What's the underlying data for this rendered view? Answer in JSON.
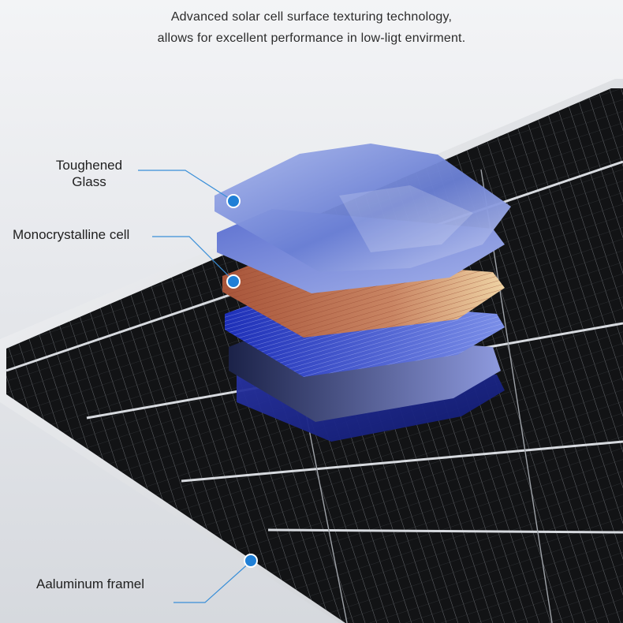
{
  "headline": {
    "line1": "Advanced solar cell surface texturing technology,",
    "line2": "allows for excellent performance in low-ligt envirment."
  },
  "callouts": {
    "glass": {
      "line1": "Toughened",
      "line2": "Glass"
    },
    "cell": {
      "label": "Monocrystalline cell"
    },
    "frame": {
      "label": "Aaluminum framel"
    }
  },
  "colors": {
    "callout_dot": "#1f7fd6",
    "callout_line": "#3a8fd8",
    "frame": "#dfe2e6",
    "cell_dark": "#141517",
    "busbar": "#c9ccd0",
    "glass_layer": "#8fa3e0",
    "copper_layer": "#c77a55",
    "blue_cell_layer": "#2d44c8"
  }
}
